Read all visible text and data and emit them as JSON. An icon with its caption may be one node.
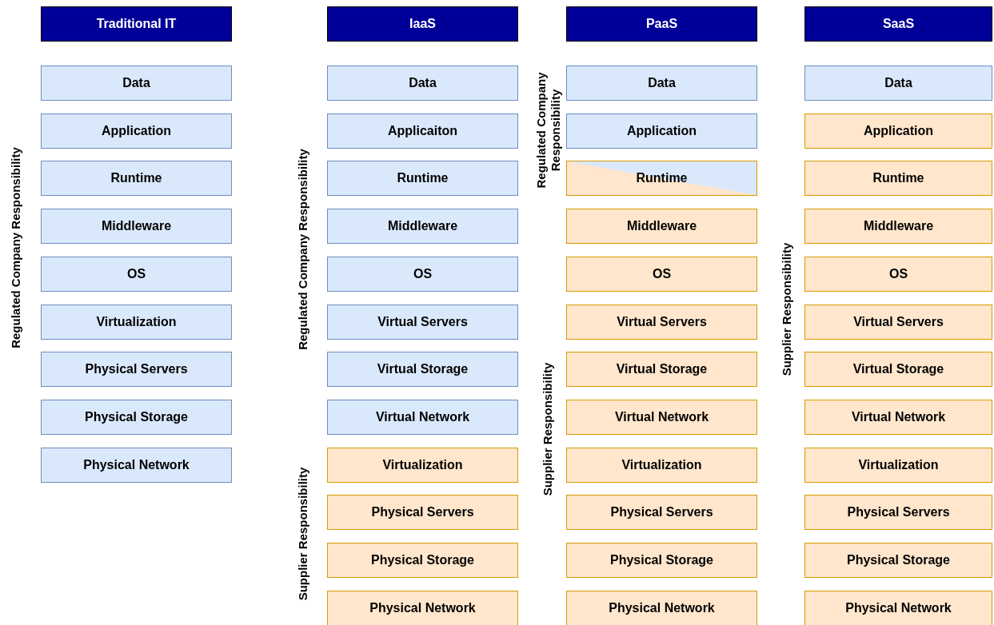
{
  "diagram": {
    "nodes": [
      {
        "text": [
          "Traditional IT"
        ]
      },
      {
        "text": [
          "Data"
        ]
      },
      {
        "text": [
          "Application"
        ]
      },
      {
        "text": [
          "Runtime"
        ]
      },
      {
        "text": [
          "Middleware"
        ]
      },
      {
        "text": [
          "OS"
        ]
      },
      {
        "text": [
          "Virtualization"
        ]
      },
      {
        "text": [
          "Physical Servers"
        ]
      },
      {
        "text": [
          "Physical Storage"
        ]
      },
      {
        "text": [
          "Physical Network"
        ]
      },
      {
        "text": [
          "IaaS"
        ]
      },
      {
        "text": [
          "Data"
        ]
      },
      {
        "text": [
          "Applicaiton"
        ]
      },
      {
        "text": [
          "Runtime"
        ]
      },
      {
        "text": [
          "Middleware"
        ]
      },
      {
        "text": [
          "OS"
        ]
      },
      {
        "text": [
          "Virtual Servers"
        ]
      },
      {
        "text": [
          "Virtual Storage"
        ]
      },
      {
        "text": [
          "Virtual Network"
        ]
      },
      {
        "text": [
          "Virtualization"
        ]
      },
      {
        "text": [
          "Physical Servers"
        ]
      },
      {
        "text": [
          "Physical Storage"
        ]
      },
      {
        "text": [
          "Physical Network"
        ]
      },
      {
        "text": [
          "PaaS"
        ]
      },
      {
        "text": [
          "Data"
        ]
      },
      {
        "text": [
          "Application"
        ]
      },
      {
        "text": [
          "Runtime"
        ]
      },
      {
        "text": [
          "Middleware"
        ]
      },
      {
        "text": [
          "OS"
        ]
      },
      {
        "text": [
          "Virtual Servers"
        ]
      },
      {
        "text": [
          "Virtual Storage"
        ]
      },
      {
        "text": [
          "Virtual Network"
        ]
      },
      {
        "text": [
          "Virtualization"
        ]
      },
      {
        "text": [
          "Physical Servers"
        ]
      },
      {
        "text": [
          "Physical Storage"
        ]
      },
      {
        "text": [
          "Physical Network"
        ]
      },
      {
        "text": [
          "SaaS"
        ]
      },
      {
        "text": [
          "Data"
        ]
      },
      {
        "text": [
          "Application"
        ]
      },
      {
        "text": [
          "Runtime"
        ]
      },
      {
        "text": [
          "Middleware"
        ]
      },
      {
        "text": [
          "OS"
        ]
      },
      {
        "text": [
          "Virtual Servers"
        ]
      },
      {
        "text": [
          "Virtual Storage"
        ]
      },
      {
        "text": [
          "Virtual Network"
        ]
      },
      {
        "text": [
          "Virtualization"
        ]
      },
      {
        "text": [
          "Physical Servers"
        ]
      },
      {
        "text": [
          "Physical Storage"
        ]
      },
      {
        "text": [
          "Physical Network"
        ]
      }
    ],
    "labels": [
      "Regulated Company Responsibility",
      "Regulated Company Responsibility",
      "Supplier Responsibility",
      "Regulated Company Responsibility",
      "Supplier Responsibility",
      "Supplier Responsibility"
    ]
  }
}
